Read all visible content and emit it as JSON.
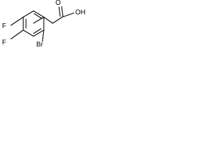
{
  "molecule": {
    "atoms": {
      "fluorine_top": "F",
      "fluorine_bottom": "F",
      "bromine": "Br",
      "carbonyl_oxygen": "O",
      "hydroxyl": "OH"
    }
  }
}
